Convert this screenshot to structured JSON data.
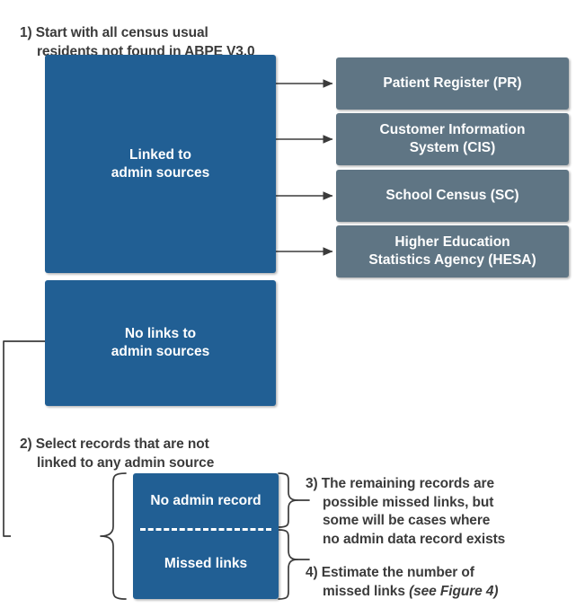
{
  "figure": {
    "title_steps": [
      {
        "id": "step-1",
        "text": "1) Start with all census usual\nresidents not found in ABPE V3.0"
      },
      {
        "id": "step-2",
        "text": "2) Select records that are not\nlinked to any admin source"
      },
      {
        "id": "step-3",
        "text": "3) The remaining records are\npossible missed links, but\nsome will be cases where\nno admin data record exists"
      }
    ],
    "step_4": {
      "id": "step-4",
      "text_main": "4) Estimate the number of\nmissed links ",
      "text_italic": "(see Figure 4)"
    },
    "left_boxes": [
      {
        "id": "linked-to-admin-sources",
        "label": "Linked to\nadmin sources"
      },
      {
        "id": "no-links-to-admin-sources",
        "label": "No links to\nadmin sources"
      }
    ],
    "admin_sources": [
      {
        "id": "patient-register",
        "label": "Patient Register (PR)"
      },
      {
        "id": "customer-information-system",
        "label": "Customer Information\nSystem (CIS)"
      },
      {
        "id": "school-census",
        "label": "School Census (SC)"
      },
      {
        "id": "higher-education-statistics-agency",
        "label": "Higher Education\nStatistics Agency (HESA)"
      }
    ],
    "outcome_box": {
      "id": "outcome-split-box",
      "top_label": "No admin record",
      "bottom_label": "Missed links",
      "divider_style": "dashed-white"
    },
    "colors": {
      "blue": "#215f94",
      "gray": "#5f7584",
      "text": "#3b3b3b",
      "connector": "#3b3b3b",
      "box_text": "#ffffff"
    }
  }
}
